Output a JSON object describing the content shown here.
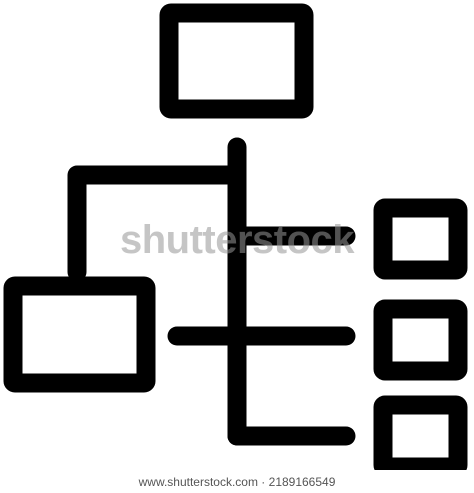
{
  "image": {
    "background_color": "#ffffff",
    "stroke_color": "#000000",
    "watermark_text": "shutterstock",
    "footer_text": "www.shutterstock.com · 2189166549"
  },
  "diagram": {
    "kind": "hierarchy / sitemap icon",
    "nodes": [
      {
        "id": "top-box",
        "label": ""
      },
      {
        "id": "left-box",
        "label": ""
      },
      {
        "id": "right-box-1",
        "label": ""
      },
      {
        "id": "right-box-2",
        "label": ""
      },
      {
        "id": "right-box-3",
        "label": ""
      }
    ],
    "connectors": [
      {
        "from": "top-box",
        "to": "trunk"
      },
      {
        "from": "trunk",
        "to": "left-box"
      },
      {
        "from": "trunk",
        "to": "right-box-1"
      },
      {
        "from": "trunk",
        "to": "right-box-2"
      },
      {
        "from": "trunk",
        "to": "right-box-3"
      }
    ]
  }
}
